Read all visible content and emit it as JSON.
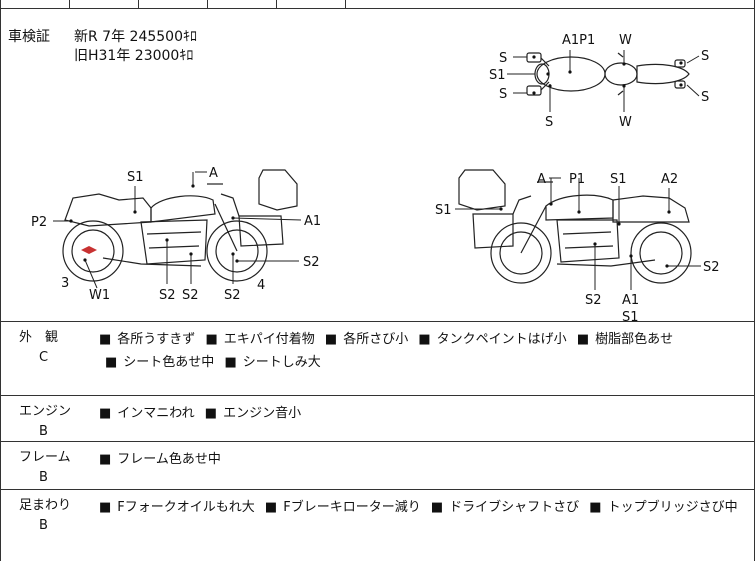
{
  "registration": {
    "label": "車検証",
    "line1": "新R 7年 245500ｷﾛ",
    "line2": "旧H31年 23000ｷﾛ"
  },
  "top_view_labels": [
    "S",
    "S1",
    "S",
    "A1P1",
    "W",
    "S",
    "W",
    "S",
    "S"
  ],
  "left_view_labels": [
    "A",
    "S1",
    "P2",
    "A1",
    "3",
    "W1",
    "S2",
    "S2",
    "S2",
    "4",
    "S2"
  ],
  "right_view_labels": [
    "A",
    "P1",
    "S1",
    "A2",
    "S1",
    "S2",
    "A1",
    "S1",
    "S2"
  ],
  "sections": [
    {
      "category": "外　観",
      "grade": "C",
      "items": [
        "各所うすきず",
        "エキパイ付着物",
        "各所さび小",
        "タンクペイントはげ小",
        "樹脂部色あせ",
        "シート色あせ中",
        "シートしみ大"
      ]
    },
    {
      "category": "エンジン",
      "grade": "B",
      "items": [
        "インマニわれ",
        "エンジン音小"
      ]
    },
    {
      "category": "フレーム",
      "grade": "B",
      "items": [
        "フレーム色あせ中"
      ]
    },
    {
      "category": "足まわり",
      "grade": "B",
      "items": [
        "Fフォークオイルもれ大",
        "Fブレーキローター減り",
        "ドライブシャフトさび",
        "トップブリッジさび中"
      ]
    }
  ]
}
